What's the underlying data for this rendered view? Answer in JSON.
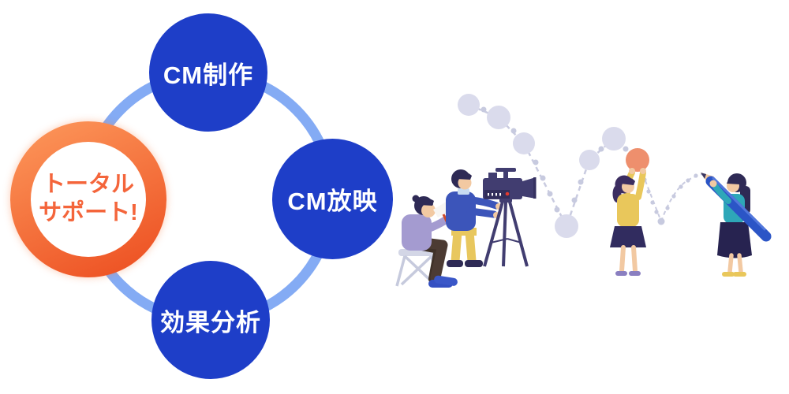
{
  "diagram": {
    "title_badge": {
      "line1": "トータル",
      "line2": "サポート!"
    },
    "steps": [
      {
        "id": "cm-production",
        "label": "CM制作"
      },
      {
        "id": "cm-broadcast",
        "label": "CM放映"
      },
      {
        "id": "effect-analysis",
        "label": "効果分析"
      }
    ]
  },
  "illustration": {
    "elements": [
      "director-with-megaphone",
      "camera-operator",
      "video-camera-on-tripod",
      "trend-line-chart-dots",
      "woman-holding-data-point",
      "woman-drawing-line-with-pencil"
    ]
  },
  "colors": {
    "step_circle": "#1E3EC8",
    "ring": "#84ABF4",
    "orange_grad_start": "#FB9055",
    "orange_grad_end": "#EE5526",
    "center_text": "#F4653B",
    "step_text": "#FFFFFF",
    "chart_node": "#DADBEC",
    "chart_link": "#C9CBE0",
    "highlight_point": "#EE8F6D",
    "pencil_blue": "#2B55C6"
  }
}
